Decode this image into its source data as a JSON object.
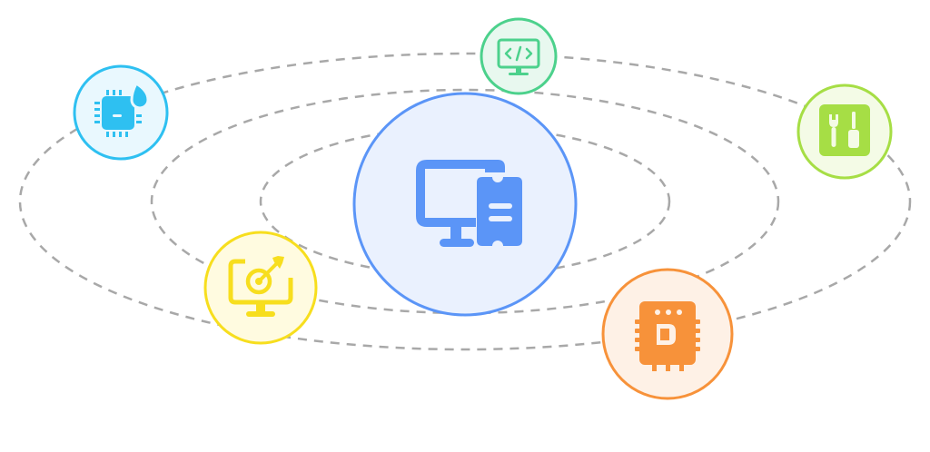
{
  "diagram": {
    "type": "orbit-diagram",
    "center": {
      "icon": "monitor-with-ticket-icon",
      "fill": "#EAF1FE",
      "stroke": "#5B95F7",
      "icon_color": "#5B95F7"
    },
    "satellites": [
      {
        "name": "cpu-cloud-node",
        "icon": "cpu-chip-icon",
        "fill": "#E9F8FE",
        "stroke": "#2EC0F1",
        "icon_color": "#2EC0F1"
      },
      {
        "name": "code-monitor-node",
        "icon": "code-monitor-icon",
        "fill": "#E8F8EF",
        "stroke": "#4CD18C",
        "icon_color": "#4CD18C"
      },
      {
        "name": "tools-node",
        "icon": "wrench-screwdriver-icon",
        "fill": "#F4FBE6",
        "stroke": "#A6DE45",
        "icon_color": "#A6DE45"
      },
      {
        "name": "target-monitor-node",
        "icon": "target-monitor-icon",
        "fill": "#FFFBE0",
        "stroke": "#F7DE1E",
        "icon_color": "#F7DE1E"
      },
      {
        "name": "circuit-board-node",
        "icon": "circuit-board-icon",
        "fill": "#FEF1E6",
        "stroke": "#F7923A",
        "icon_color": "#F7923A"
      }
    ],
    "orbit_color": "#A8A8A8"
  }
}
